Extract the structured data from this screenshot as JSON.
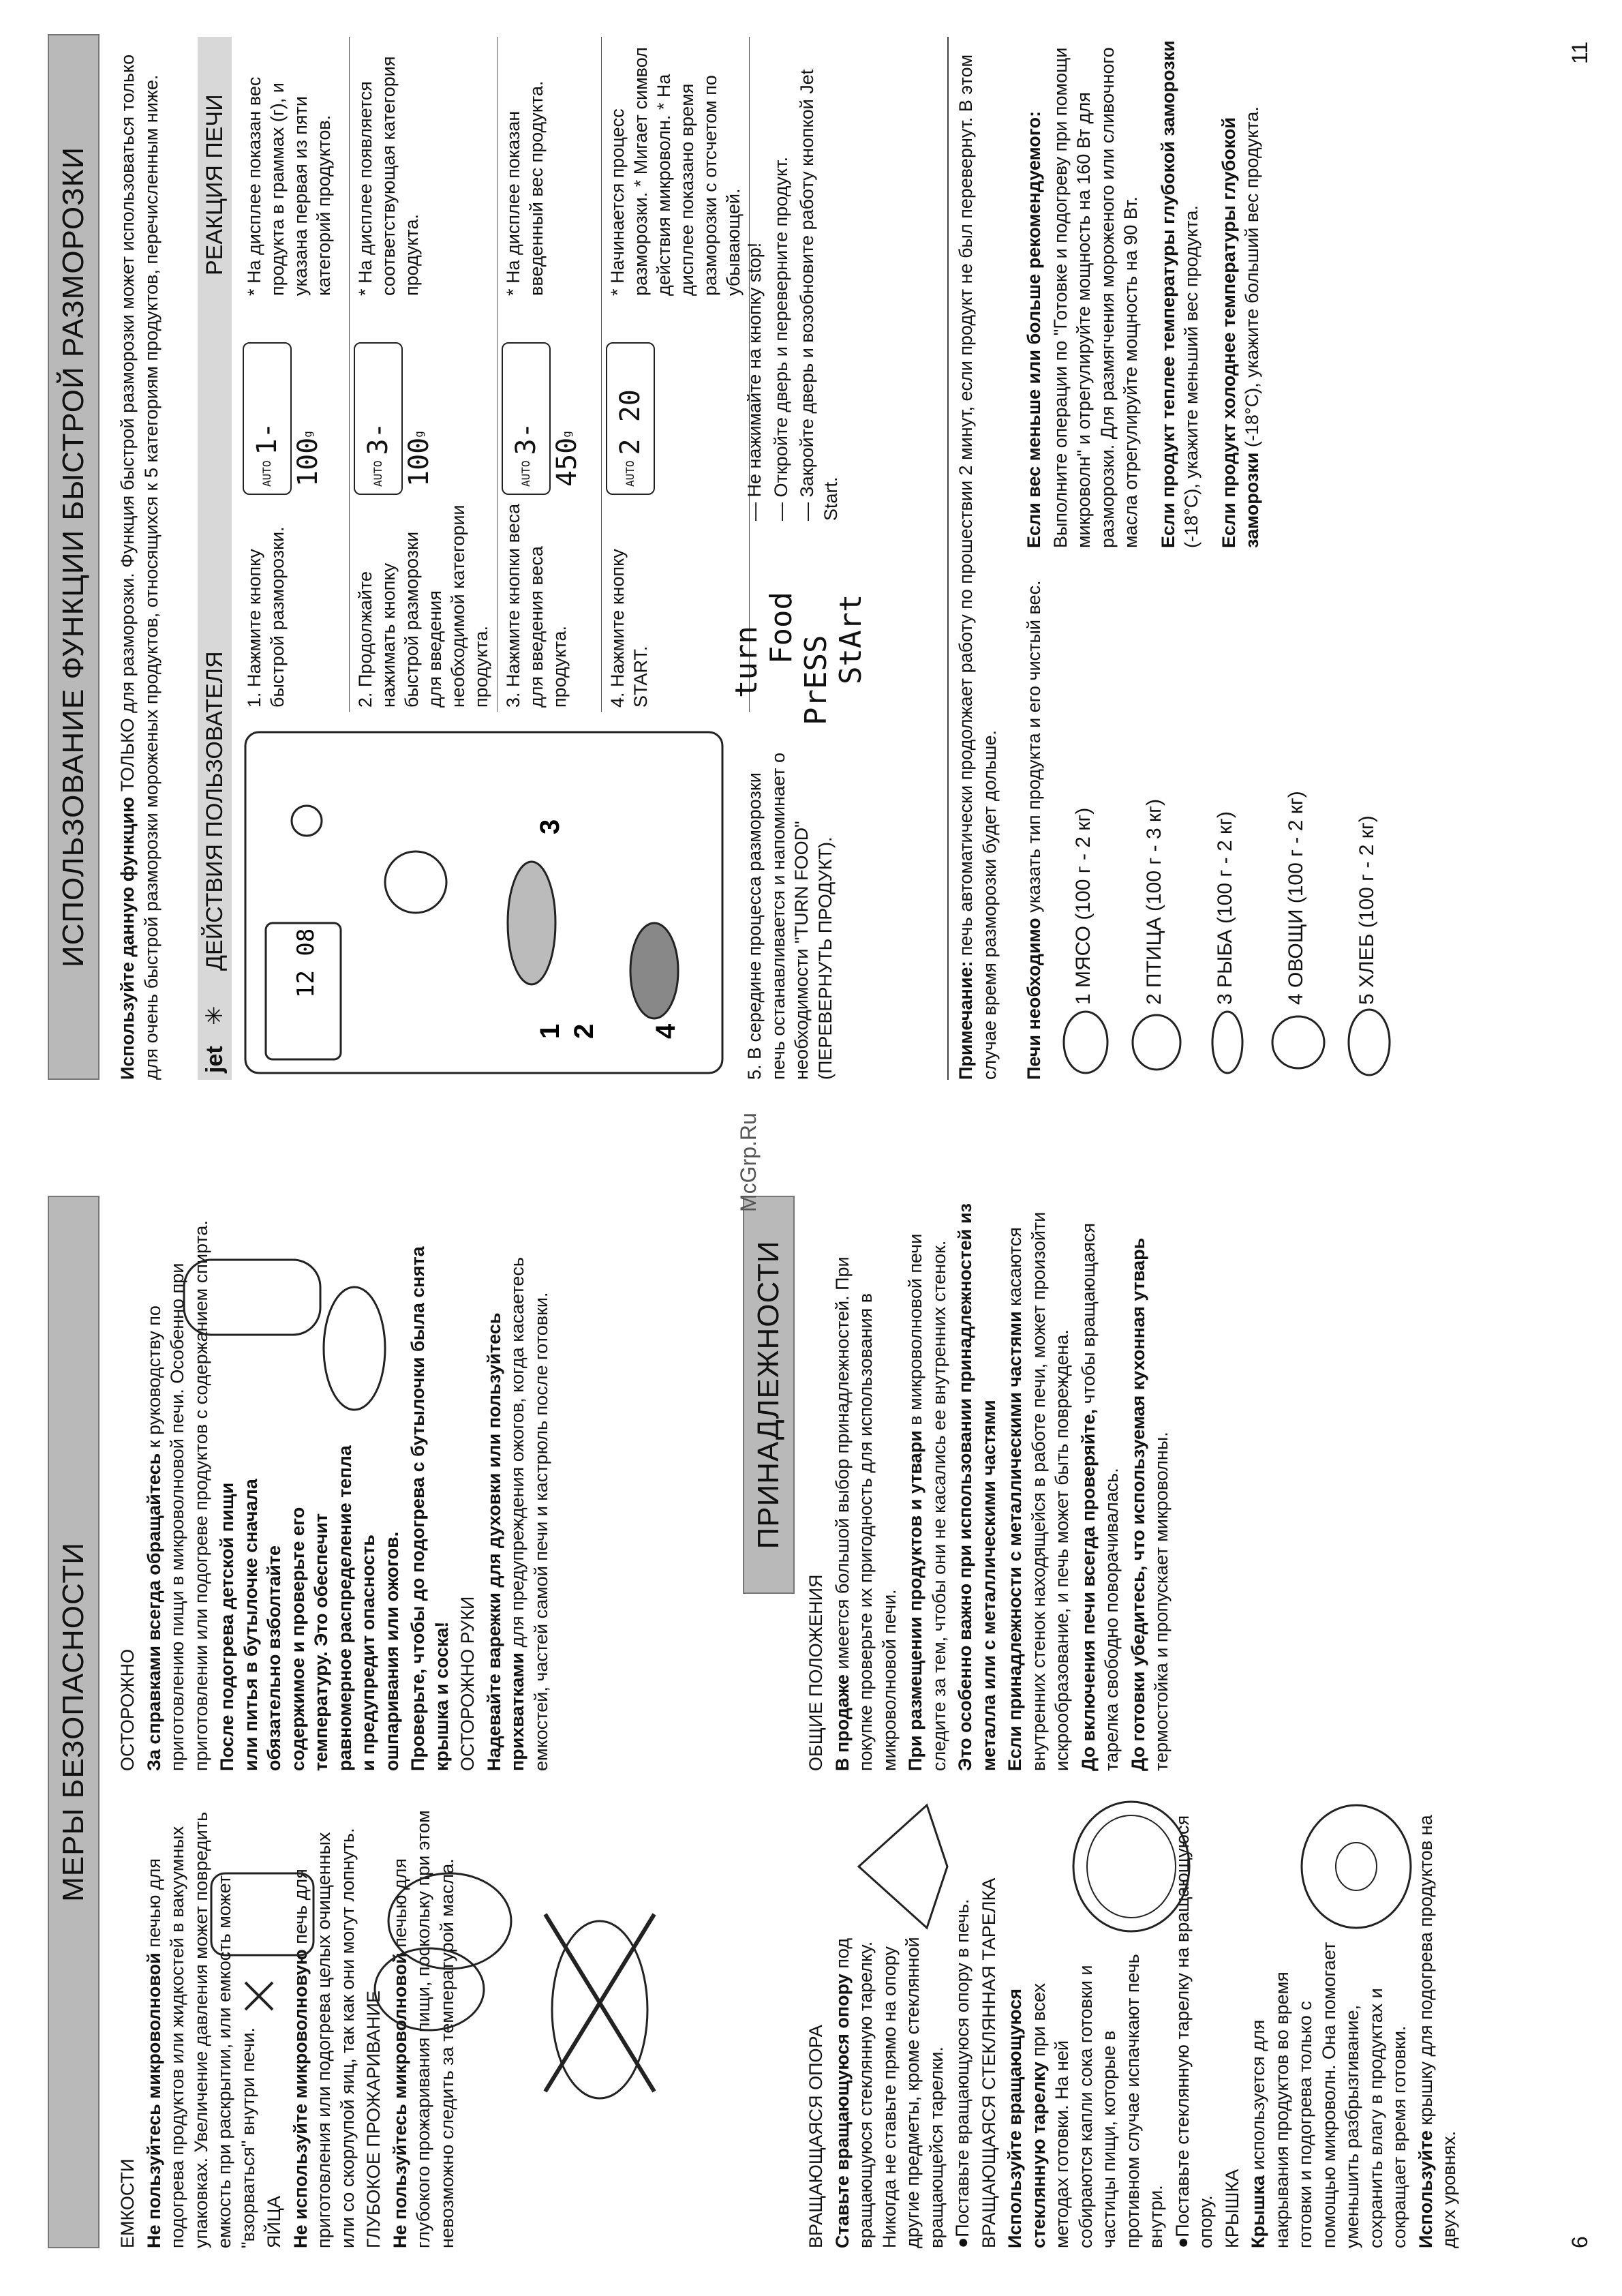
{
  "watermark": "McGrp.Ru",
  "left": {
    "page_number": "6",
    "title": "МЕРЫ БЕЗОПАСНОСТИ",
    "title2": "ПРИНАДЛЕЖНОСТИ",
    "emkosti_h": "ЕМКОСТИ",
    "emkosti_b": "Не пользуйтесь микроволновой",
    "emkosti_t": "печью для подогрева продуктов или жидкостей в вакуумных упаковках. Увеличение давления может повредить емкость при раскрытии, или емкость может \"взорваться\" внутри печи.",
    "yaica_h": "ЯЙЦА",
    "yaica_b": "Не используйте микроволновую",
    "yaica_t": "печь для приготовления или подогрева целых очищенных или со скорлупой яиц, так как они могут лопнуть.",
    "deep_h": "ГЛУБОКОЕ ПРОЖАРИВАНИЕ",
    "deep_b": "Не пользуйтесь микроволновой",
    "deep_t": "печью для глубокого прожаривания пищи, поскольку при этом невозможно следить за температурой масла.",
    "caution_h": "ОСТОРОЖНО",
    "caution_b": "За справками всегда обращайтесь",
    "caution_t": "к руководству по приготовлению пищи в микроволновой печи. Особенно при приготовлении или подогреве продуктов с содержанием спирта.",
    "baby_b1": "После подогрева детской пищи или питья в бутылочке сначала обязательно взболтайте содержимое и проверьте его температуру. Это обеспечит равномерное распределение тепла и предупредит опасность ошпаривания или ожогов.",
    "baby_b2": "Проверьте, чтобы до подогрева с бутылочки была снята крышка и соска!",
    "hands_h": "ОСТОРОЖНО РУКИ",
    "hands_b": "Надевайте варежки для духовки или пользуйтесь прихватками",
    "hands_t": "для предупреждения ожогов, когда касаетесь емкостей, частей самой печи и кастрюль после готовки.",
    "support_h": "ВРАЩАЮЩАЯСЯ ОПОРА",
    "support_b": "Ставьте вращающуюся опору",
    "support_t": "под вращающуюся стеклянную тарелку. Никогда не ставьте прямо на опору другие предметы, кроме стеклянной вращающейся тарелки.",
    "support_bullet": "●Поставьте вращающуюся опору в печь.",
    "plate_h": "ВРАЩАЮЩАЯСЯ СТЕКЛЯННАЯ ТАРЕЛКА",
    "plate_b": "Используйте вращающуюся стеклянную тарелку",
    "plate_t": "при всех методах готовки. На ней собираются капли сока готовки и частицы пищи, которые в противном случае испачкают печь внутри.",
    "plate_bullet": "●Поставьте стеклянную тарелку на вращающуюся опору.",
    "lid_h": "КРЫШКА",
    "lid_b": "Крышка",
    "lid_t": "используется для накрывания продуктов во время готовки и подогрева только с помощью микроволн. Она помогает уменьшить разбрызгивание, сохранить влагу в продуктах и сокращает время готовки.",
    "lid_b2": "Используйте",
    "lid_t2": "крышку для подогрева продуктов на двух уровнях.",
    "gen_h": "ОБЩИЕ ПОЛОЖЕНИЯ",
    "gen_b": "В продаже",
    "gen_t": "имеется большой выбор принадлежностей. При покупке проверьте их пригодность для использования в микроволновой печи.",
    "place_b": "При размещении продуктов и утвари",
    "place_t": "в микроволновой печи следите за тем, чтобы они не касались ее внутренних стенок.",
    "metal_b": "Это особенно важно при использовании принадлежностей из металла или с металлическими частями",
    "metal2_b": "Если принадлежности с металлическими частями",
    "metal2_t": "касаются внутренних стенок находящейся в работе печи, может произойти искрообразование, и печь может быть повреждена.",
    "check_b": "До включения печи всегда проверяйте,",
    "check_t": "чтобы вращающаяся тарелка свободно поворачивалась.",
    "ware_b": "До готовки убедитесь, что используемая кухонная утварь",
    "ware_t": "термостойка и пропускает микроволны."
  },
  "right": {
    "page_number": "11",
    "title": "ИСПОЛЬЗОВАНИЕ ФУНКЦИИ БЫСТРОЙ РАЗМОРОЗКИ",
    "intro_b": "Используйте данную функцию",
    "intro_t": "ТОЛЬКО для разморозки. Функция быстрой разморозки может использоваться только для очень быстрой разморозки мороженых продуктов, относящихся к 5 категориям продуктов, перечисленным ниже.",
    "jet_logo": "jet",
    "col_actions": "ДЕЙСТВИЯ ПОЛЬЗОВАТЕЛЯ",
    "col_reaction": "РЕАКЦИЯ ПЕЧИ",
    "panel_display": "12 08",
    "steps": [
      {
        "action": "1. Нажмите кнопку быстрой разморозки.",
        "lcd": "1- 100",
        "reaction": "* На дисплее показан вес продукта в граммах (г), и указана первая из пяти категорий продуктов."
      },
      {
        "action": "2. Продолжайте нажимать кнопку быстрой разморозки для введения необходимой категории продукта.",
        "lcd": "3- 100",
        "reaction": "* На дисплее появляется соответствующая категория продукта."
      },
      {
        "action": "3. Нажмите кнопки веса для введения веса продукта.",
        "lcd": "3- 450",
        "reaction": "* На дисплее показан введенный вес продукта."
      },
      {
        "action": "4. Нажмите кнопку START.",
        "lcd": "2 20",
        "reaction": "* Начинается процесс разморозки. * Мигает символ действия микроволн. * На дисплее показано время разморозки с отсчетом по убывающей."
      }
    ],
    "lcd_auto": "AUTO",
    "lcd_unit": "g",
    "step5": "5. В середине процесса разморозки печь останавливается и напоминает о необходимости \"TURN FOOD\" (ПЕРЕВЕРНУТЬ ПРОДУКТ).",
    "msg1": "turn",
    "msg2": "Food",
    "msg3": "PrESS",
    "msg4": "StArt",
    "note5a": "— Не нажимайте на кнопку stop!",
    "note5b": "— Откройте дверь и переверните продукт.",
    "note5c": "— Закройте дверь и возобновите работу кнопкой Jet Start.",
    "note_b": "Примечание:",
    "note_t": "печь автоматически продолжает работу по прошествии 2 минут, если продукт не был перевернут. В этом случае время разморозки будет дольше.",
    "need_b": "Печи необходимо",
    "need_t": "указать тип продукта и его чистый вес.",
    "cats": [
      "1 МЯСО (100 г - 2 кг)",
      "2 ПТИЦА (100 г - 3 кг)",
      "3 РЫБА (100 г - 2 кг)",
      "4 ОВОЩИ (100 г - 2 кг)",
      "5 ХЛЕБ (100 г - 2 кг)"
    ],
    "weight_b": "Если вес меньше или больше рекомендуемого:",
    "weight_t": "Выполните операции по \"Готовке и подогреву при помощи микроволн\" и отрегулируйте мощность на 160 Вт для разморозки. Для размягчения мороженого или сливочного масла отрегулируйте мощность на 90 Вт.",
    "warm_b": "Если продукт теплее температуры глубокой заморозки",
    "warm_t": "(-18°С), укажите меньший вес продукта.",
    "cold_b": "Если продукт холоднее температуры глубокой заморозки",
    "cold_t": "(-18°С), укажите больший вес продукта."
  }
}
